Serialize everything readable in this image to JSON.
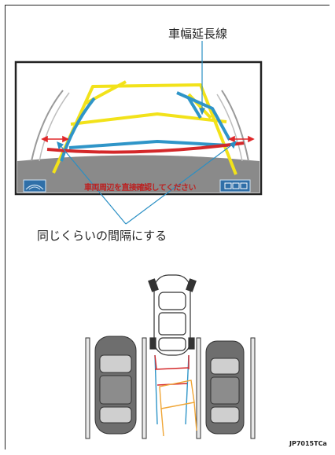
{
  "callout_top": "車幅延長線",
  "callout_middle": "同じくらいの間隔にする",
  "screen_message": "車両周辺を直接確認してください",
  "figure_code": "JP7015TCa",
  "colors": {
    "guide_yellow": "#f2e21a",
    "guide_blue": "#2f95c8",
    "guide_red": "#d4282a",
    "distance_arrow": "#e0282a",
    "screen_border": "#222222",
    "orange_box": "#f0a636"
  },
  "icons": [
    "rear-camera-icon",
    "parking-sensor-icon"
  ]
}
